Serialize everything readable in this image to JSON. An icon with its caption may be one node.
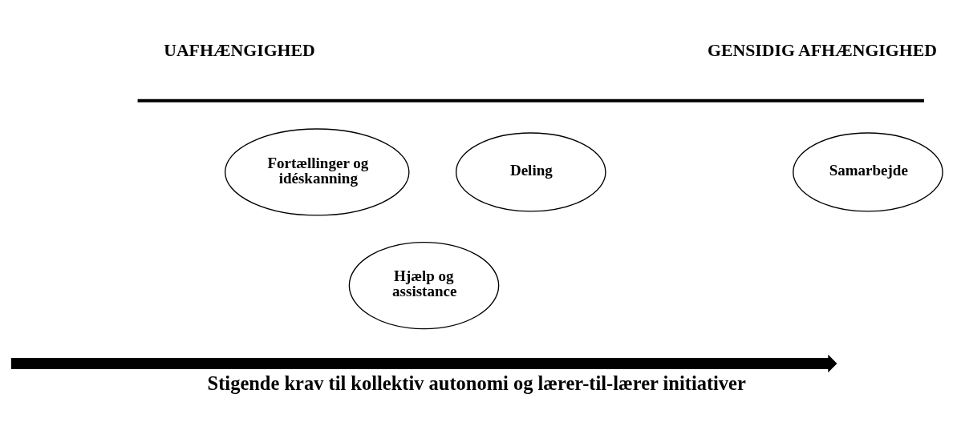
{
  "diagram": {
    "caption": "Stigende krav til kollektiv autonomi og lærer-til-lærer initiativer",
    "nodes": [
      {
        "text": [
          "Fortællinger og idéskanning"
        ]
      },
      {
        "text": [
          "Deling"
        ]
      },
      {
        "text": [
          "Samarbejde"
        ]
      },
      {
        "text": [
          "Hjælp og assistance"
        ]
      },
      {
        "text": [],
        "shape": "arrow"
      }
    ],
    "edges": [],
    "labels": [
      "UAFHÆNGIGHED",
      "GENSIDIG AFHÆNGIGHED"
    ]
  }
}
